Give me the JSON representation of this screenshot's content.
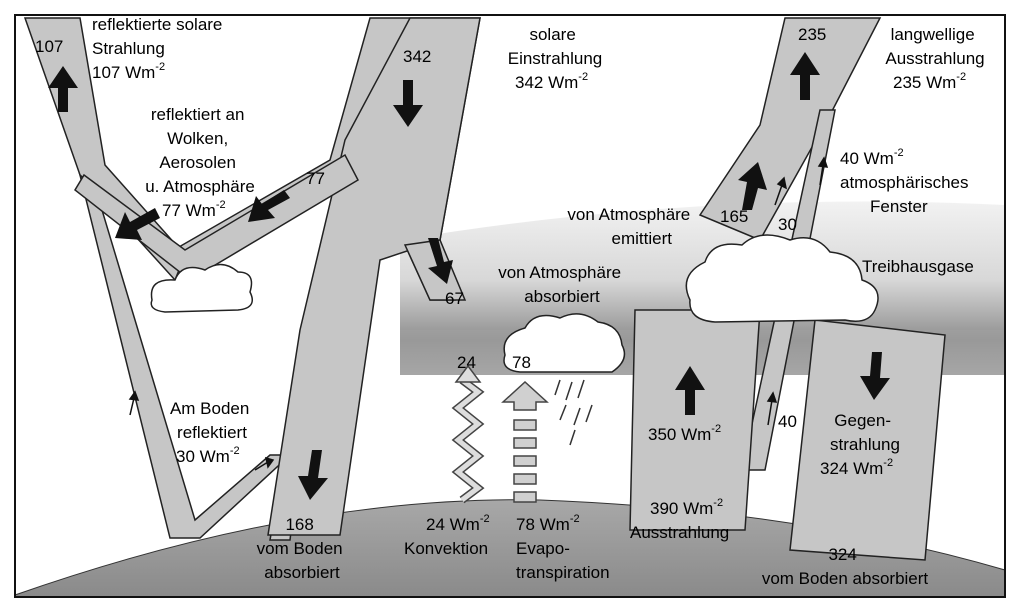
{
  "labels": {
    "reflected_solar": {
      "l1": "reflektierte solare",
      "l2": "Strahlung",
      "l3": "107 Wm",
      "exp": "-2"
    },
    "val_107": "107",
    "incoming_solar": {
      "l1": "solare",
      "l2": "Einstrahlung",
      "l3": "342 Wm",
      "exp": "-2"
    },
    "val_342": "342",
    "outgoing_longwave": {
      "l1": "langwellige",
      "l2": "Ausstrahlung",
      "l3": "235 Wm",
      "exp": "-2"
    },
    "val_235": "235",
    "reflected_clouds": {
      "l1": "reflektiert an",
      "l2": "Wolken,",
      "l3": "Aerosolen",
      "l4": "u. Atmosphäre",
      "l5": "77 Wm",
      "exp": "-2"
    },
    "val_77": "77",
    "window": {
      "l1": "40 Wm",
      "exp": "-2",
      "l2": "atmosphärisches",
      "l3": "Fenster"
    },
    "emitted_atmos": {
      "l1": "von Atmosphäre",
      "l2": "emittiert"
    },
    "val_165": "165",
    "val_30_window": "30",
    "greenhouse": "Treibhausgase",
    "absorbed_atmos": {
      "l1": "von Atmosphäre",
      "l2": "absorbiert"
    },
    "val_67": "67",
    "val_24": "24",
    "val_78": "78",
    "surface_reflected": {
      "l1": "Am Boden",
      "l2": "reflektiert",
      "l3": "30 Wm",
      "exp": "-2"
    },
    "surface_rad_350": {
      "l1": "350 Wm",
      "exp": "-2"
    },
    "val_40": "40",
    "back_radiation": {
      "l1": "Gegen-",
      "l2": "strahlung",
      "l3": "324 Wm",
      "exp": "-2"
    },
    "absorbed_ground_168": {
      "l1": "168",
      "l2": "vom Boden",
      "l3": "absorbiert"
    },
    "convection": {
      "l1": "24 Wm",
      "exp": "-2",
      "l2": "Konvektion"
    },
    "evapo": {
      "l1": "78 Wm",
      "exp": "-2",
      "l2": "Evapo-",
      "l3": "transpiration"
    },
    "surface_emission": {
      "l1": "390 Wm",
      "exp": "-2",
      "l2": "Ausstrahlung"
    },
    "absorbed_ground_324": {
      "l1": "324",
      "l2": "vom Boden absorbiert"
    }
  },
  "colors": {
    "stream_fill": "#c6c6c6",
    "band_dark": "#8c8c8c",
    "band_light": "#e3e3e3",
    "ground": "#9a9a9a",
    "outline": "#222222"
  }
}
